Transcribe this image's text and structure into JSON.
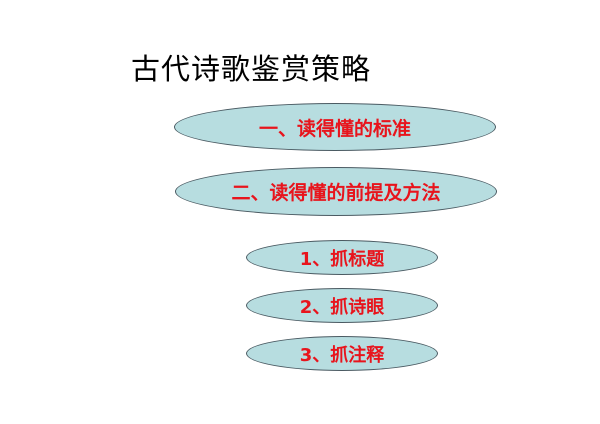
{
  "slide": {
    "title": "古代诗歌鉴赏策略",
    "colors": {
      "ellipse_fill": "#b7dde0",
      "ellipse_border": "#4a5a62",
      "text_red": "#e8141c"
    },
    "items": [
      {
        "label": "一、读得懂的标准"
      },
      {
        "label": "二、读得懂的前提及方法"
      },
      {
        "label": "1、抓标题"
      },
      {
        "label": "2、抓诗眼"
      },
      {
        "label": "3、抓注释"
      }
    ]
  }
}
